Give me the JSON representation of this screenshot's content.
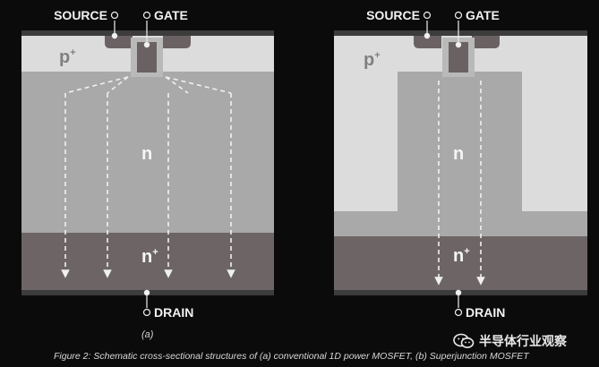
{
  "terminals": {
    "source": "SOURCE",
    "gate": "GATE",
    "drain": "DRAIN"
  },
  "regions": {
    "p_plus_base": "p",
    "p_plus_sup": "+",
    "n_drift": "n",
    "n_plus_base": "n",
    "n_plus_sup": "+"
  },
  "panels": [
    {
      "id": "a",
      "sublabel": "(a)"
    },
    {
      "id": "b",
      "sublabel": ""
    }
  ],
  "caption": "Figure 2: Schematic cross-sectional structures of (a) conventional 1D power MOSFET, (b) Superjunction MOSFET",
  "watermark": {
    "text": "半导体行业观察",
    "icon": "wechat-logo-icon"
  },
  "colors": {
    "background": "#0b0b0b",
    "p_plus": "#dcdcdc",
    "n_drift": "#a9a9a9",
    "n_plus": "#6d6565",
    "metal": "#3c3c3c",
    "gate_oxide": "#b9b9b9",
    "gate_poly": "#6a6262",
    "arrow": "#f0f0f0"
  }
}
